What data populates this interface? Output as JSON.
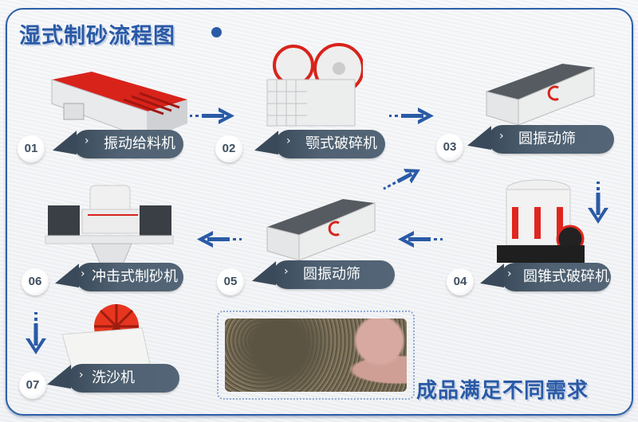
{
  "title": "湿式制砂流程图",
  "tagline": "成品满足不同需求",
  "colors": {
    "accent_blue": "#2a5aa6",
    "label_bg": "#4f6172",
    "machine_red": "#e0261f",
    "background": "#f3f4f6"
  },
  "steps": [
    {
      "num": "01",
      "label": "振动给料机",
      "icon": "vibrating-feeder"
    },
    {
      "num": "02",
      "label": "颚式破碎机",
      "icon": "jaw-crusher"
    },
    {
      "num": "03",
      "label": "圆振动筛",
      "icon": "circular-vibrating-screen"
    },
    {
      "num": "04",
      "label": "圆锥式破碎机",
      "icon": "cone-crusher"
    },
    {
      "num": "05",
      "label": "圆振动筛",
      "icon": "circular-vibrating-screen"
    },
    {
      "num": "06",
      "label": "冲击式制砂机",
      "icon": "vsi-sand-maker"
    },
    {
      "num": "07",
      "label": "洗沙机",
      "icon": "sand-washer"
    }
  ],
  "arrows": [
    {
      "from": "01",
      "to": "02",
      "direction": "right"
    },
    {
      "from": "02",
      "to": "03",
      "direction": "right"
    },
    {
      "from": "03",
      "to": "04",
      "direction": "down"
    },
    {
      "from": "04",
      "to": "05",
      "direction": "left"
    },
    {
      "from": "05",
      "to": "03",
      "direction": "up-right"
    },
    {
      "from": "05",
      "to": "06",
      "direction": "left"
    },
    {
      "from": "06",
      "to": "07",
      "direction": "down"
    }
  ],
  "chevron": "›",
  "photo": {
    "subject": "finished-sand-in-hand"
  }
}
